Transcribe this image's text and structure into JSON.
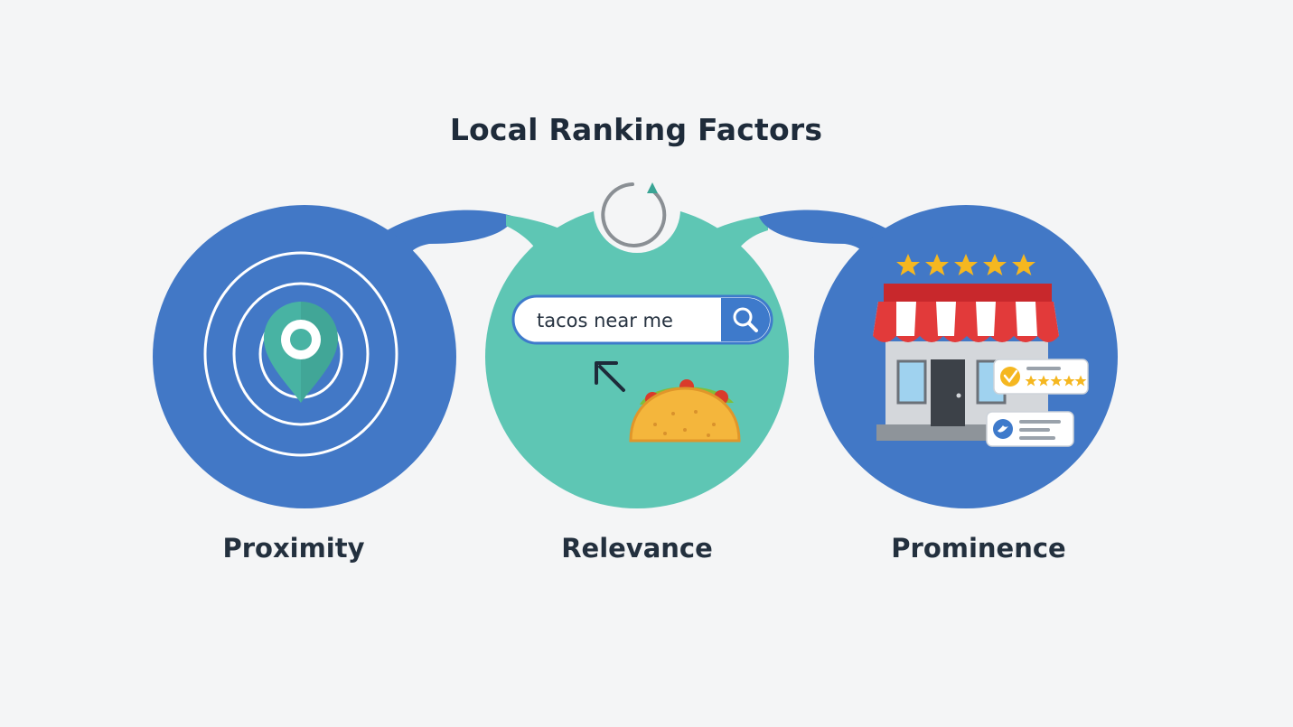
{
  "title": "Local Ranking Factors",
  "factors": [
    {
      "label": "Proximity",
      "icon": "location-pin-icon"
    },
    {
      "label": "Relevance",
      "icon": "search-query-icon"
    },
    {
      "label": "Prominence",
      "icon": "storefront-icon"
    }
  ],
  "search": {
    "query": "tacos near me"
  },
  "colors": {
    "background": "#f4f5f6",
    "blue": "#4278c6",
    "teal": "#5ec6b4",
    "pin": "#48b3a3",
    "star": "#f5b720",
    "awning_red": "#e23a3a",
    "text": "#1e2b3a"
  }
}
